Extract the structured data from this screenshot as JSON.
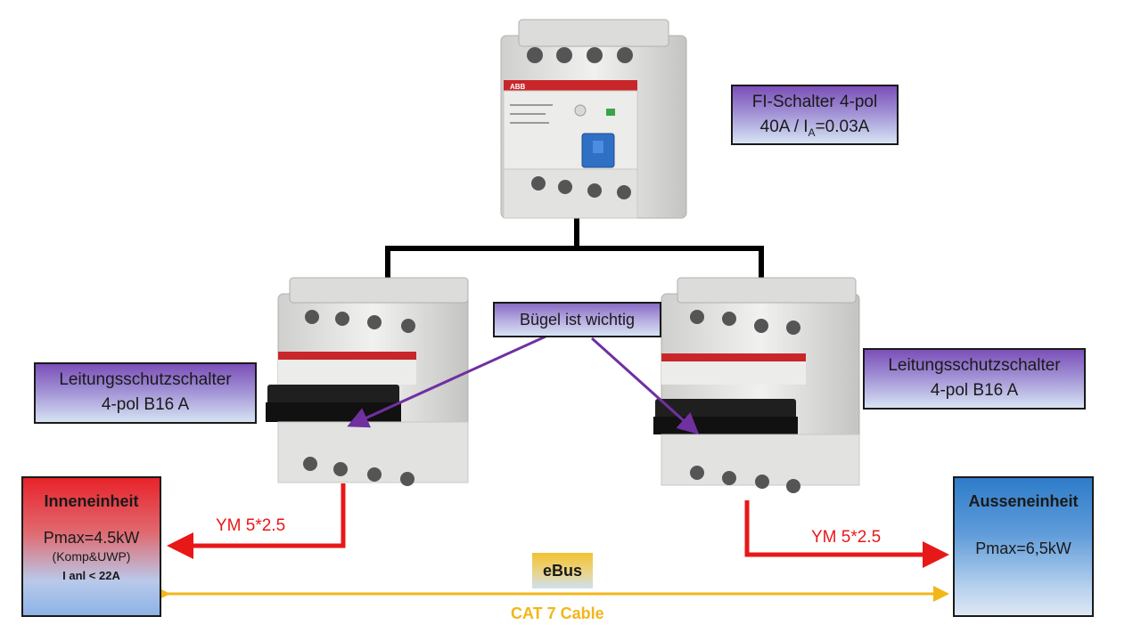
{
  "fi_switch": {
    "line1": "FI-Schalter 4-pol",
    "line2_prefix": "40A / I",
    "line2_sub": "A",
    "line2_suffix": "=0.03A"
  },
  "breaker_left": {
    "line1": "Leitungsschutzschalter",
    "line2": "4-pol  B16 A"
  },
  "breaker_right": {
    "line1": "Leitungsschutzschalter",
    "line2": "4-pol  B16 A"
  },
  "callout": "Bügel ist wichtig",
  "indoor": {
    "title": "Inneneinheit",
    "power": "Pmax=4.5kW",
    "note": "(Komp&UWP)",
    "current": "I anl < 22A"
  },
  "outdoor": {
    "title": "Ausseneinheit",
    "power": "Pmax=6,5kW"
  },
  "cable_left": "YM 5*2.5",
  "cable_right": "YM 5*2.5",
  "bus": {
    "name": "eBus",
    "cable": "CAT 7 Cable"
  },
  "colors": {
    "power_line": "#e81818",
    "bus_line": "#f2b618",
    "callout_arrow": "#7030a0",
    "wire": "#000000"
  },
  "device_brand": "ABB"
}
